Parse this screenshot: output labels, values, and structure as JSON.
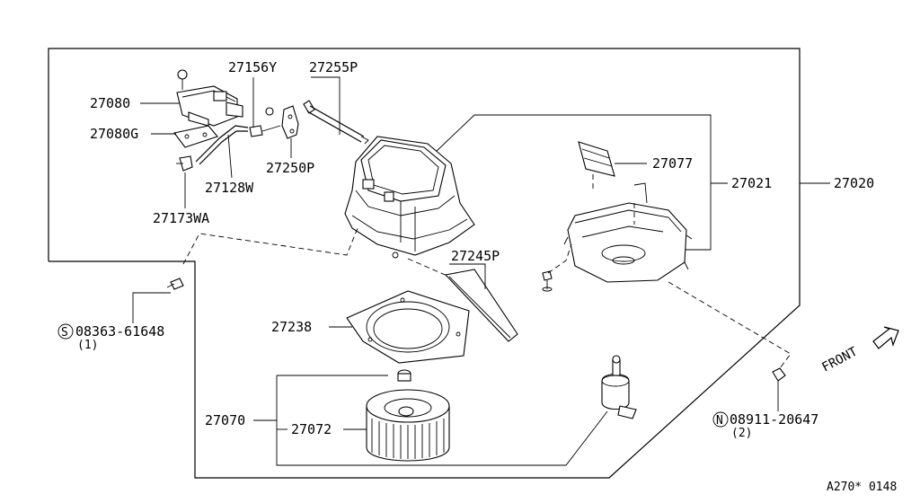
{
  "labels": {
    "p27080": "27080",
    "p27080G": "27080G",
    "p27173WA": "27173WA",
    "p27156Y": "27156Y",
    "p27255P": "27255P",
    "p27250P": "27250P",
    "p27128W": "27128W",
    "p27077": "27077",
    "p27021": "27021",
    "p27020": "27020",
    "p27245P": "27245P",
    "p27238": "27238",
    "p27070": "27070",
    "p27072": "27072",
    "bolt_s_number": "08363-61648",
    "bolt_s_prefix": "S",
    "bolt_s_qty": "(1)",
    "nut_n_number": "08911-20647",
    "nut_n_prefix": "N",
    "nut_n_qty": "(2)",
    "front": "FRONT",
    "diagram_code": "A270* 0148"
  }
}
